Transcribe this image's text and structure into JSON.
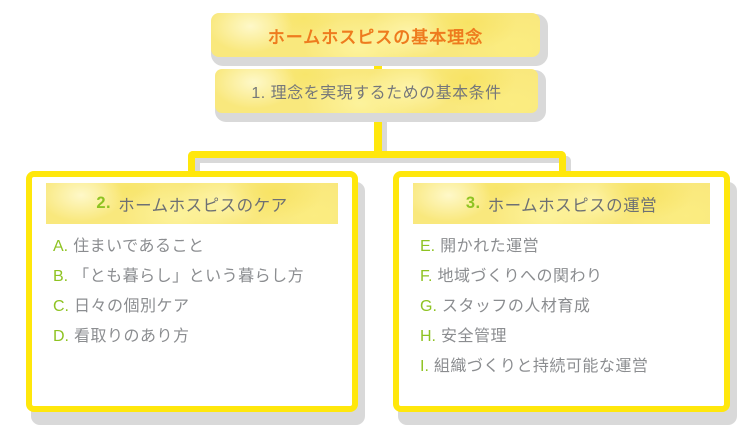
{
  "colors": {
    "accent_yellow": "#ffe70c",
    "watercolor_yellow": "#f9e87d",
    "shadow_gray": "#d9d9d9",
    "title_orange": "#ee7b1e",
    "number_green": "#8ec322",
    "text_gray": "#75777a",
    "list_gray": "#8b8d90"
  },
  "diagram": {
    "root_title": "ホームホスピスの基本理念",
    "condition_label": "1. 理念を実現するための基本条件",
    "sections": [
      {
        "number": "2.",
        "title": "ホームホスピスのケア",
        "items": [
          {
            "letter": "A.",
            "text": "住まいであること"
          },
          {
            "letter": "B.",
            "text": "「とも暮らし」という暮らし方"
          },
          {
            "letter": "C.",
            "text": "日々の個別ケア"
          },
          {
            "letter": "D.",
            "text": "看取りのあり方"
          }
        ]
      },
      {
        "number": "3.",
        "title": "ホームホスピスの運営",
        "items": [
          {
            "letter": "E.",
            "text": "開かれた運営"
          },
          {
            "letter": "F.",
            "text": "地域づくりへの関わり"
          },
          {
            "letter": "G.",
            "text": "スタッフの人材育成"
          },
          {
            "letter": "H.",
            "text": "安全管理"
          },
          {
            "letter": "I.",
            "text": "組織づくりと持続可能な運営"
          }
        ]
      }
    ]
  }
}
